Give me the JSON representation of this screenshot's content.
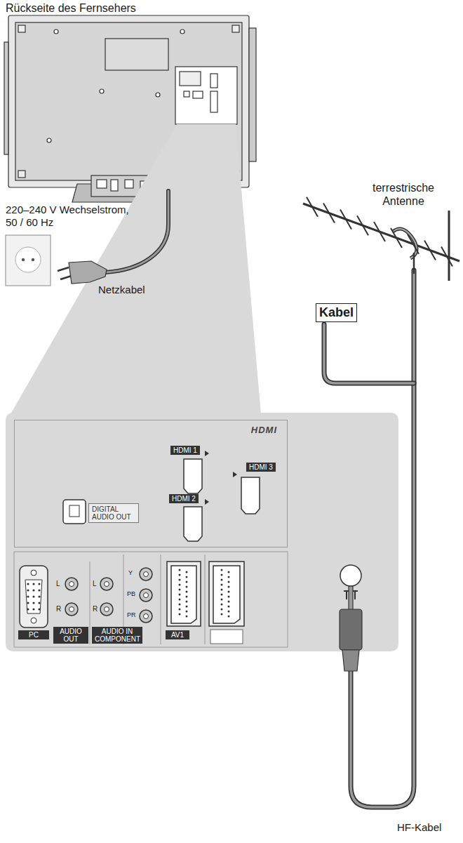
{
  "diagram": {
    "title": "Rückseite des Fernsehers",
    "nodes": [
      {
        "text": [
          "Kabel"
        ]
      },
      {
        "text": [
          "HDMI"
        ]
      },
      {
        "text": [
          "HDMI 1"
        ],
        "in": 1
      },
      {
        "text": [
          "HDMI 3"
        ],
        "in": 1
      },
      {
        "text": [
          "HDMI 2"
        ],
        "in": 1
      },
      {
        "text": [
          "DIGITAL AUDIO OUT"
        ],
        "in": 1
      },
      {
        "text": [
          "PC"
        ]
      },
      {
        "text": [
          "AUDIO OUT"
        ]
      },
      {
        "text": [
          "AUDIO IN",
          "COMPONENT"
        ]
      },
      {
        "text": [
          "AV1"
        ]
      }
    ],
    "labels": [
      "terrestrische Antenne",
      "220–240 V Wechselstrom, 50 / 60 Hz",
      "Netzkabel",
      "L",
      "R",
      "L",
      "R",
      "Y",
      "PB",
      "PR",
      "HF-Kabel"
    ]
  }
}
